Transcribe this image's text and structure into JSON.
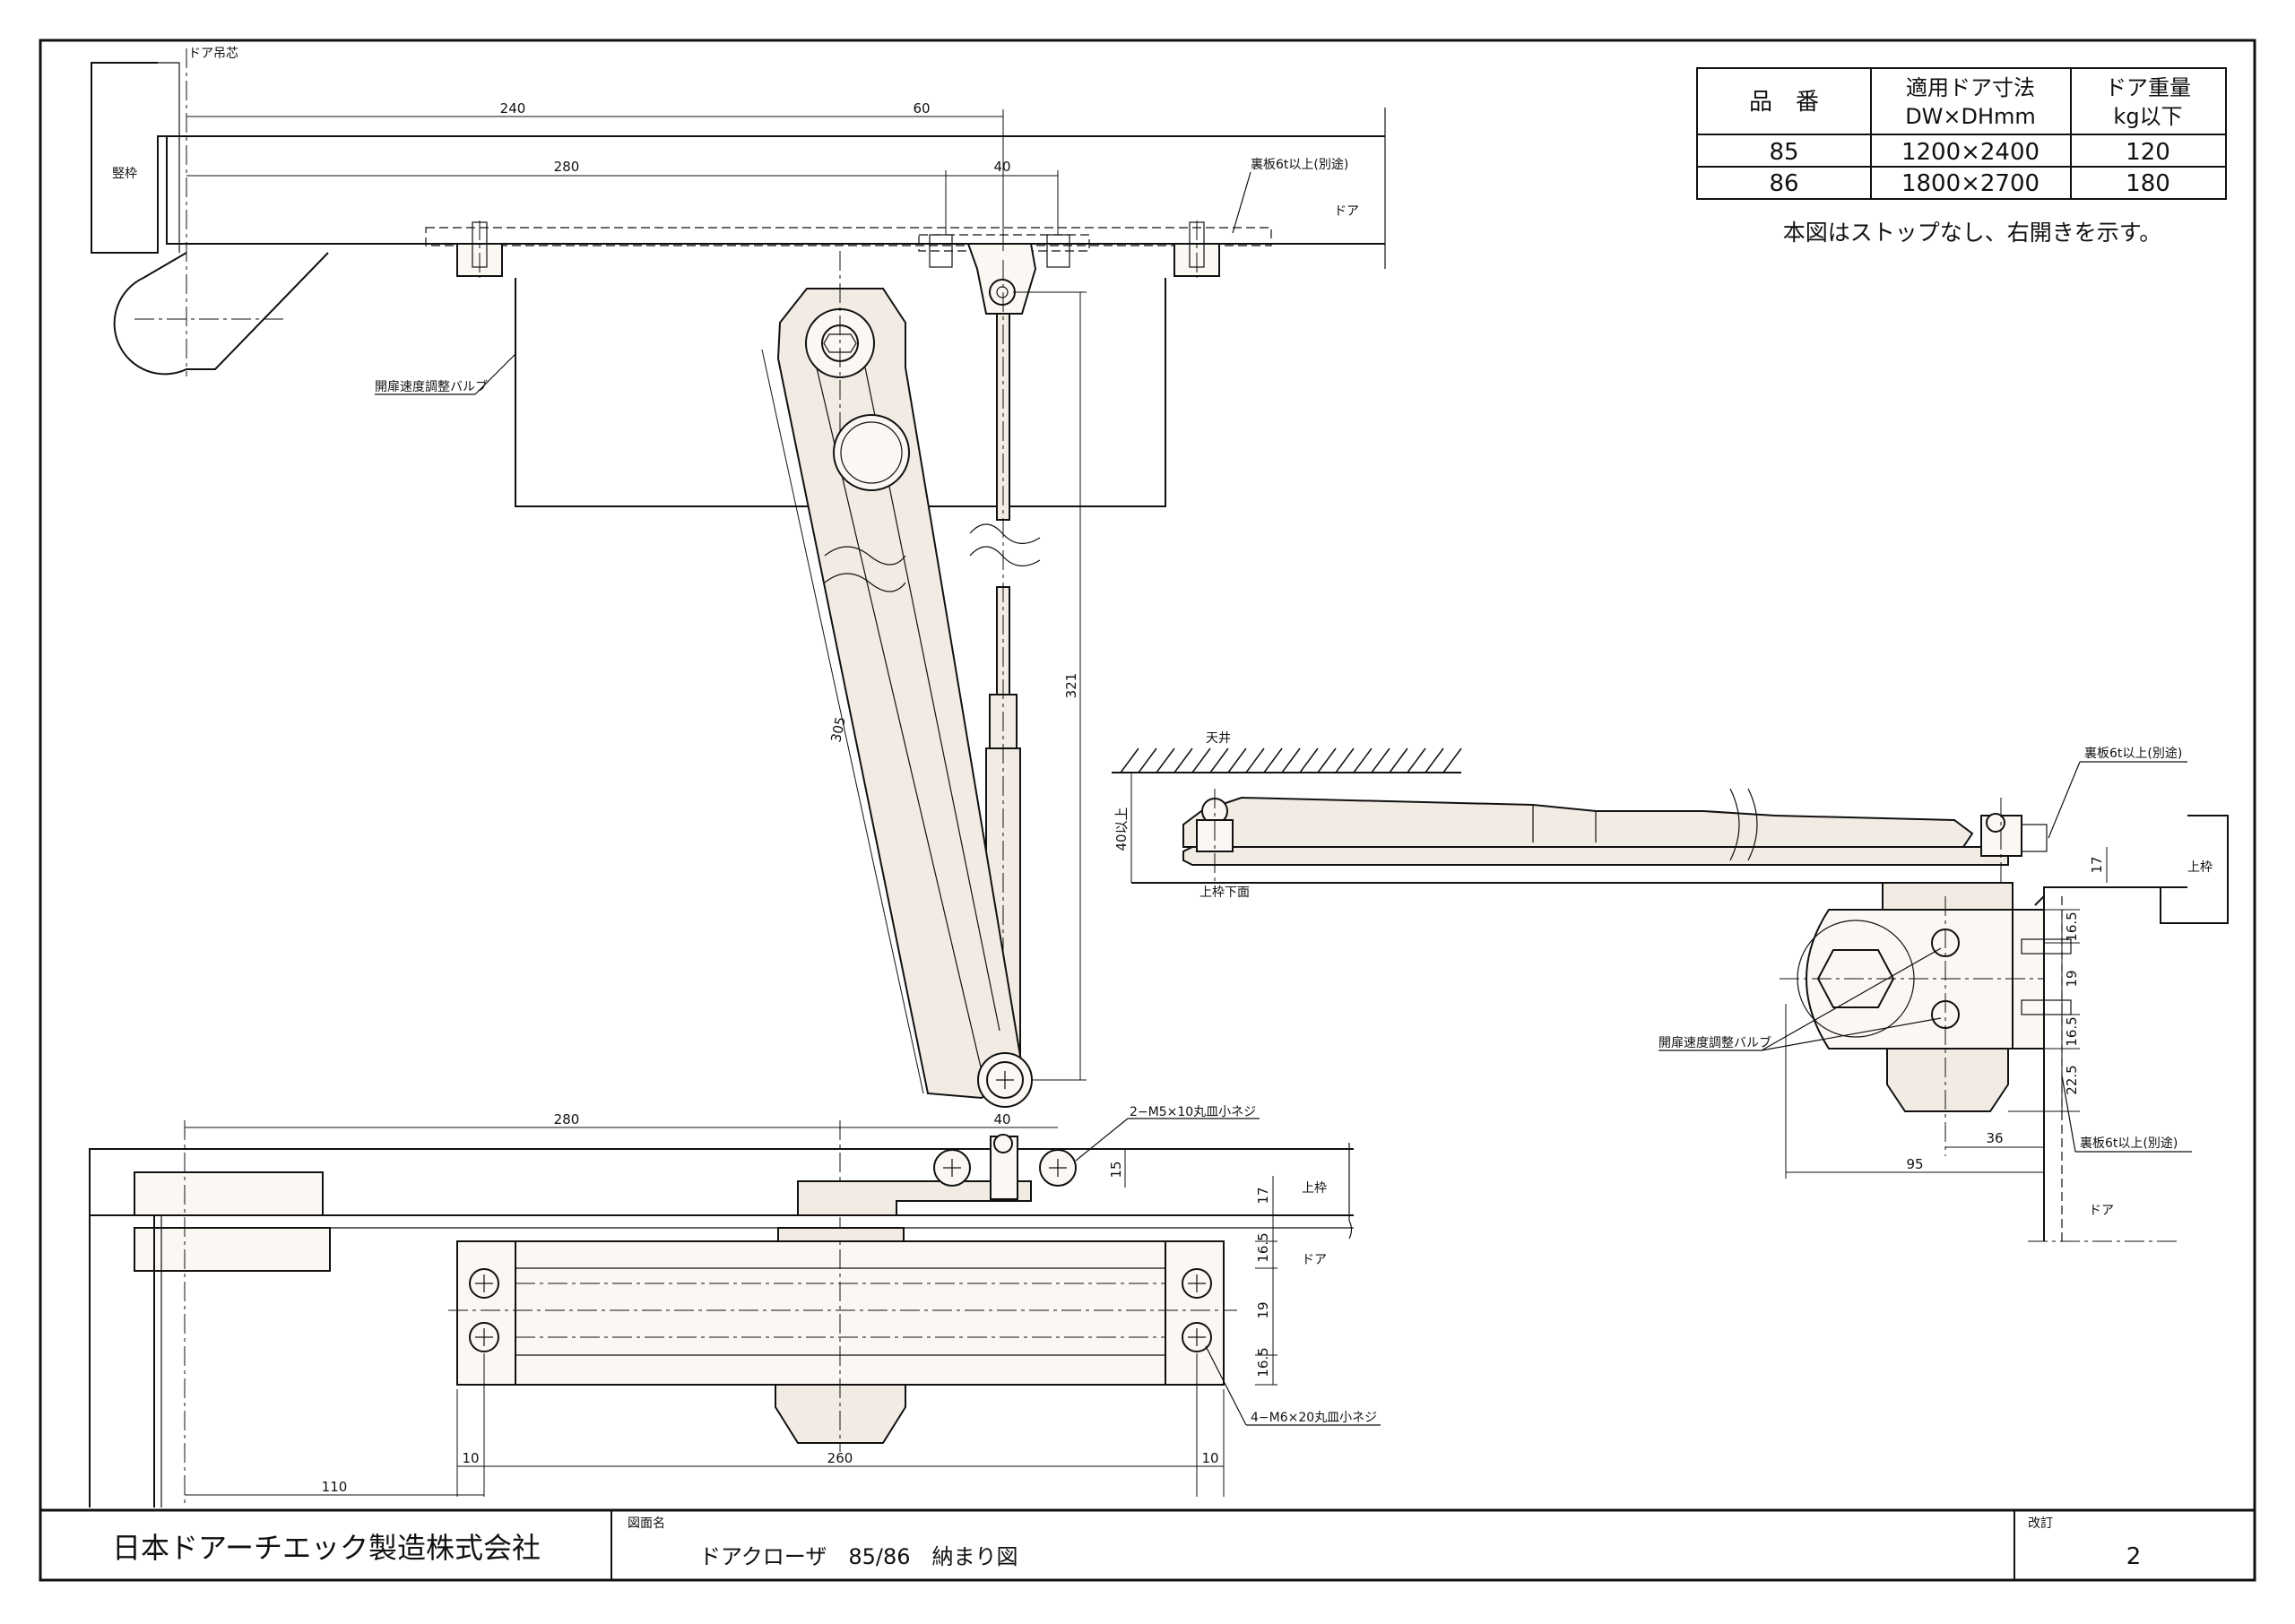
{
  "company_name": "日本ドアーチエック製造株式会社",
  "title_block": {
    "drawing_name_label": "図面名",
    "drawing_name": "ドアクローザ　85/86　納まり図",
    "revision_label": "改訂",
    "revision": "2"
  },
  "spec_table": {
    "headers": [
      "品　番",
      "適用ドア寸法\nDW×DHmm",
      "ドア重量\nkg以下"
    ],
    "rows": [
      {
        "model": "85",
        "size": "1200×2400",
        "weight": "120"
      },
      {
        "model": "86",
        "size": "1800×2700",
        "weight": "180"
      }
    ]
  },
  "note": "本図はストップなし、右開きを示す。",
  "labels": {
    "door_hinge": "ドア吊芯",
    "vertical_frame": "竪枠",
    "door_top": "ドア",
    "backing_plate_top": "裏板6t以上(別途)",
    "valve_top": "開扉速度調整バルブ",
    "ceiling": "天井",
    "upper_frame_bottom": "上枠下面",
    "upper_frame_side": "上枠",
    "backing_plate_side_top": "裏板6t以上(別途)",
    "valve_side": "開扉速度調整バルブ",
    "backing_plate_side_bottom": "裏板6t以上(別途)",
    "door_side": "ドア",
    "screw_m5": "2−M5×10丸皿小ネジ",
    "upper_frame_front": "上枠",
    "door_front": "ドア",
    "screw_m6": "4−M6×20丸皿小ネジ"
  },
  "dimensions": {
    "top_240": "240",
    "top_60": "60",
    "top_280": "280",
    "top_40": "40",
    "arm_305": "305",
    "rod_321": "321",
    "front_280": "280",
    "front_40": "40",
    "front_15": "15",
    "front_17": "17",
    "front_16_5a": "16.5",
    "front_19": "19",
    "front_16_5b": "16.5",
    "front_10a": "10",
    "front_260": "260",
    "front_10b": "10",
    "front_110": "110",
    "side_40": "40以上",
    "side_17": "17",
    "side_16_5a": "16.5",
    "side_19": "19",
    "side_16_5b": "16.5",
    "side_22_5": "22.5",
    "side_36": "36",
    "side_95": "95"
  }
}
